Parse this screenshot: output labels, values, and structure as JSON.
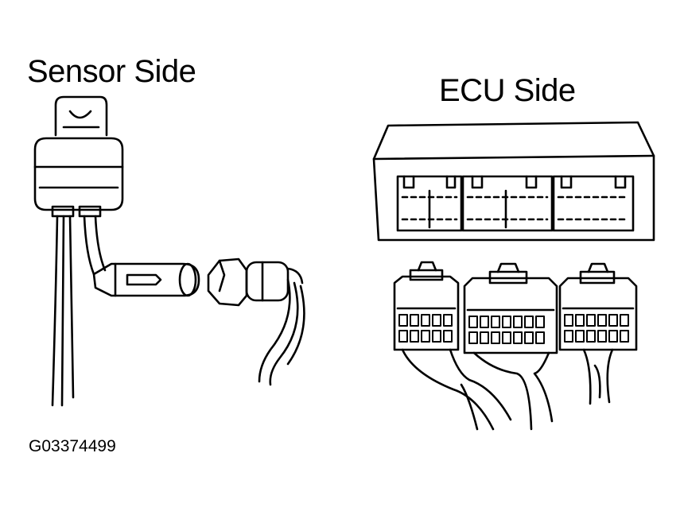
{
  "labels": {
    "sensor_side": "Sensor Side",
    "ecu_side": "ECU Side",
    "figure_id": "G03374499"
  },
  "colors": {
    "line": "#000000",
    "background": "#ffffff"
  }
}
